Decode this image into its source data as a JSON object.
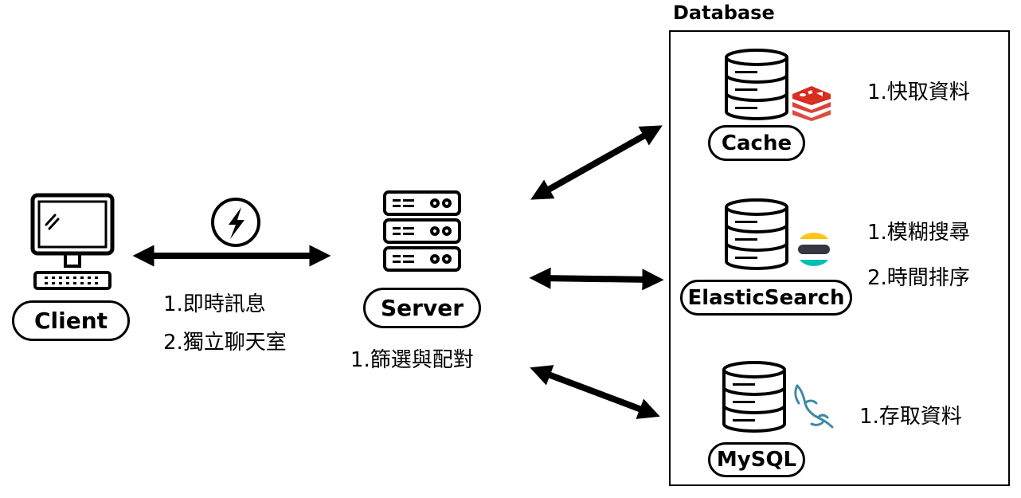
{
  "client": {
    "label": "Client",
    "notes": [
      "1.即時訊息",
      "2.獨立聊天室"
    ]
  },
  "server": {
    "label": "Server",
    "notes": [
      "1.篩選與配對"
    ]
  },
  "database": {
    "title": "Database",
    "nodes": [
      {
        "label": "Cache",
        "notes": [
          "1.快取資料"
        ],
        "logo_icon": "redis-logo-icon"
      },
      {
        "label": "ElasticSearch",
        "notes": [
          "1.模糊搜尋",
          "2.時間排序"
        ],
        "logo_icon": "elasticsearch-logo-icon"
      },
      {
        "label": "MySQL",
        "notes": [
          "1.存取資料"
        ],
        "logo_icon": "mysql-dolphin-icon"
      }
    ]
  },
  "colors": {
    "stroke": "#000000",
    "redis": "#d82c20",
    "elastic_yellow": "#fec514",
    "elastic_teal": "#00bfb3",
    "elastic_dark": "#343741",
    "mysql": "#3e8aa5"
  }
}
